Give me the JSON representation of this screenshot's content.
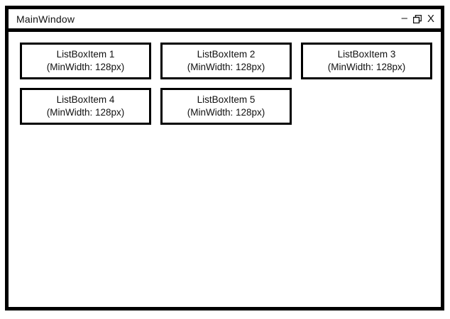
{
  "window": {
    "title": "MainWindow",
    "controls": {
      "minimize_label": "–",
      "close_label": "X"
    }
  },
  "listbox": {
    "items": [
      {
        "label": "ListBoxItem 1",
        "sublabel": "(MinWidth: 128px)"
      },
      {
        "label": "ListBoxItem 2",
        "sublabel": "(MinWidth: 128px)"
      },
      {
        "label": "ListBoxItem 3",
        "sublabel": "(MinWidth: 128px)"
      },
      {
        "label": "ListBoxItem 4",
        "sublabel": "(MinWidth: 128px)"
      },
      {
        "label": "ListBoxItem 5",
        "sublabel": "(MinWidth: 128px)"
      }
    ]
  },
  "colors": {
    "border": "#000000",
    "background": "#ffffff",
    "text": "#111111"
  }
}
